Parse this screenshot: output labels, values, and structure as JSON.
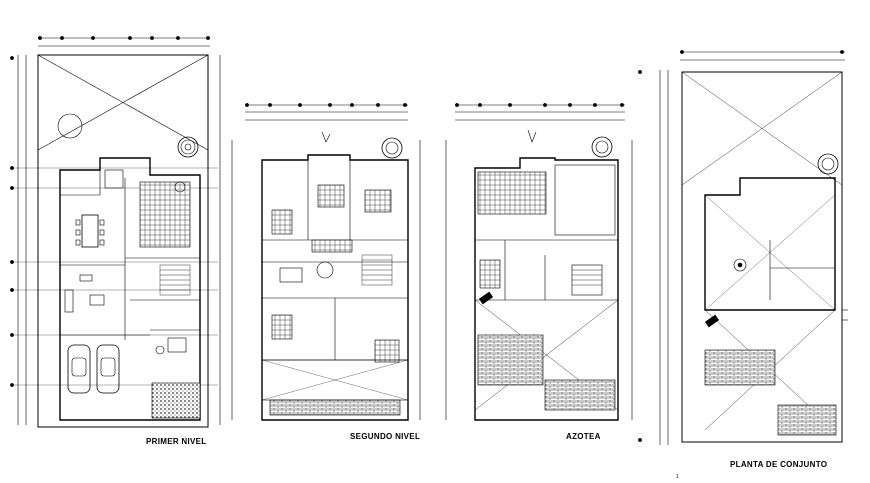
{
  "titles": {
    "primer_nivel": "PRIMER NIVEL",
    "segundo_nivel": "SEGUNDO NIVEL",
    "azotea": "AZOTEA",
    "planta_de_conjunto": "PLANTA DE CONJUNTO"
  },
  "footnote": "1",
  "colors": {
    "line": "#000000",
    "fill": "#ffffff",
    "hatch": "#555555"
  }
}
